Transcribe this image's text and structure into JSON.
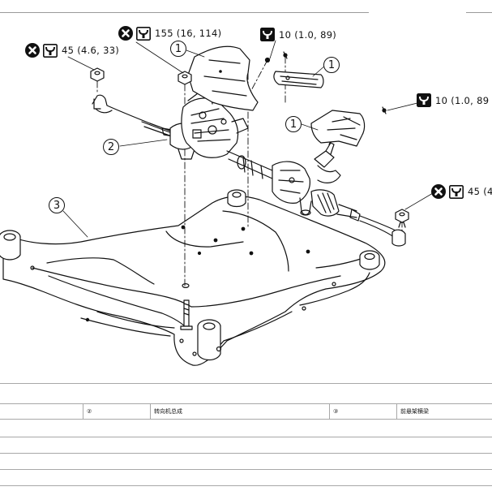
{
  "torque_labels": [
    {
      "id": "tl-1",
      "value": "155 (16, 114)",
      "no_reuse": true
    },
    {
      "id": "tl-2",
      "value": "45 (4.6, 33)",
      "no_reuse": true
    },
    {
      "id": "tl-3",
      "value": "10 (1.0, 89)",
      "no_reuse": false
    },
    {
      "id": "tl-4",
      "value": "10 (1.0, 89",
      "no_reuse": false
    },
    {
      "id": "tl-5",
      "value": "45 (4",
      "no_reuse": true
    }
  ],
  "callouts": {
    "c1a": "1",
    "c1b": "1",
    "c1c": "1",
    "c2": "2",
    "c3": "3"
  },
  "legend": {
    "item2_num": "②",
    "item2_name": "转向机总成",
    "item3_num": "③",
    "item3_name": "前悬架横梁"
  },
  "icons": {
    "no_reuse": "do-not-reuse-icon",
    "torque": "torque-wrench-icon"
  }
}
